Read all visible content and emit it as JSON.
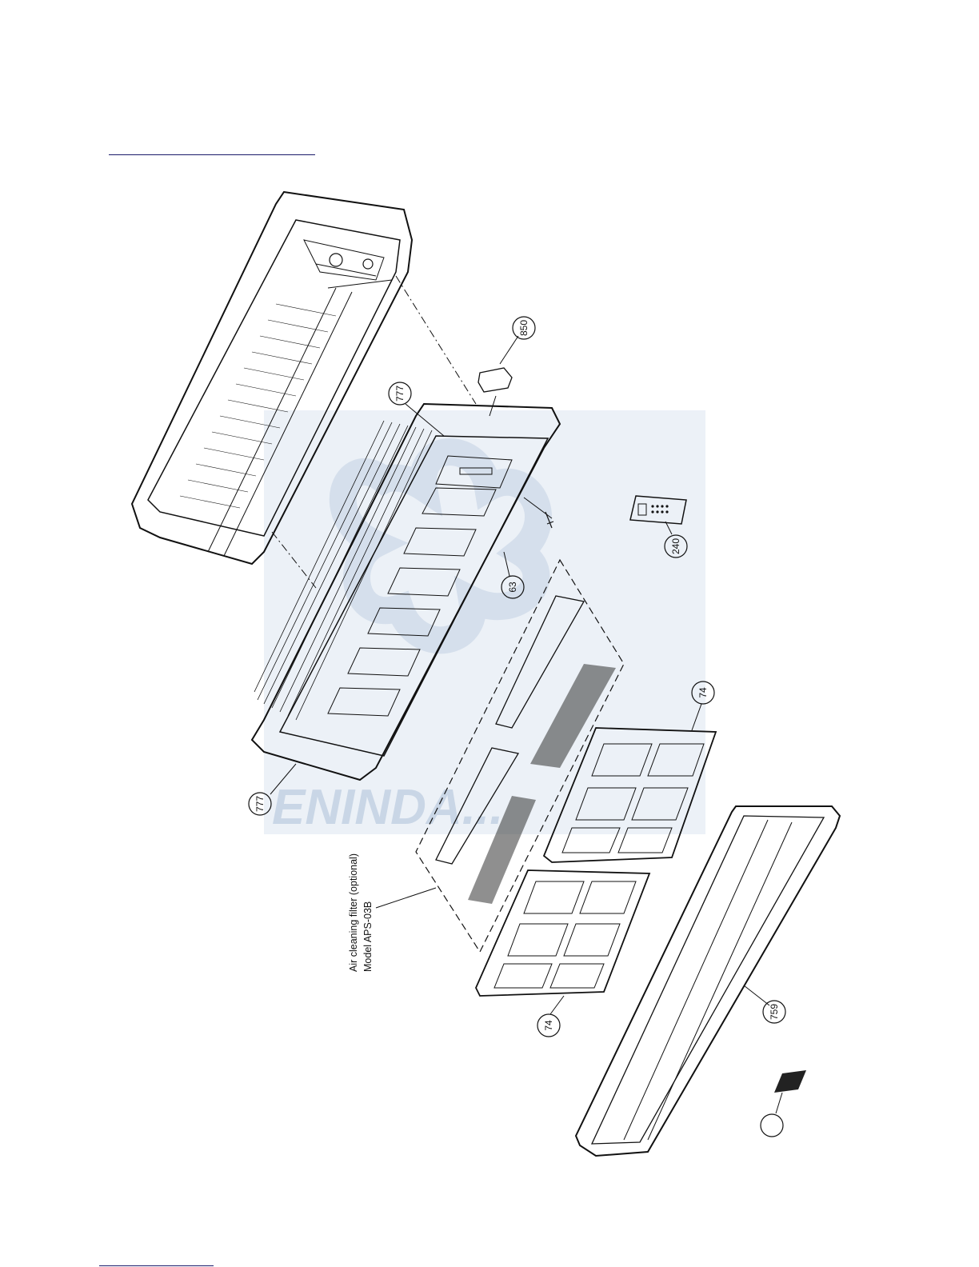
{
  "watermark": {
    "text": "ENINDA..."
  },
  "callouts": {
    "c850": "850",
    "c777_top": "777",
    "c777_bottom": "777",
    "c240": "240",
    "c63": "63",
    "c74_upper": "74",
    "c74_lower": "74",
    "c759": "759",
    "c_blank": ""
  },
  "note": {
    "line1": "Air cleaning filter (optional)",
    "line2": "Model APS-03B"
  },
  "colors": {
    "watermark": "#c9d6e6",
    "line": "#111111",
    "rule": "#1a1a6a"
  }
}
